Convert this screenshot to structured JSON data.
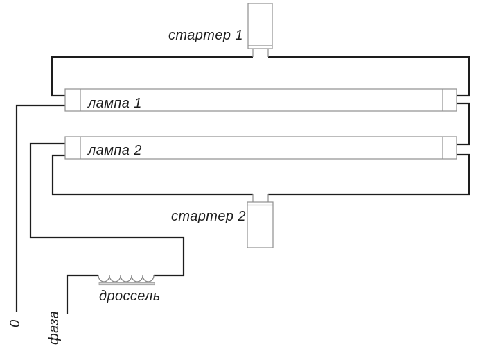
{
  "diagram": {
    "kind": "wiring-schematic",
    "description": "Connection diagram of two fluorescent lamps with two starters and one choke (ballast)",
    "labels": {
      "starter1": "стартер 1",
      "starter2": "стартер 2",
      "lamp1": "лампа 1",
      "lamp2": "лампа 2",
      "choke": "дроссель",
      "neutral": "0",
      "phase": "фаза"
    },
    "colors": {
      "background": "#ffffff",
      "wire": "#1d1d1d",
      "component_outline": "#8f8f8f",
      "coil": "#868686",
      "choke_core": "#d8d8d8",
      "text": "#1d1d1d"
    }
  }
}
